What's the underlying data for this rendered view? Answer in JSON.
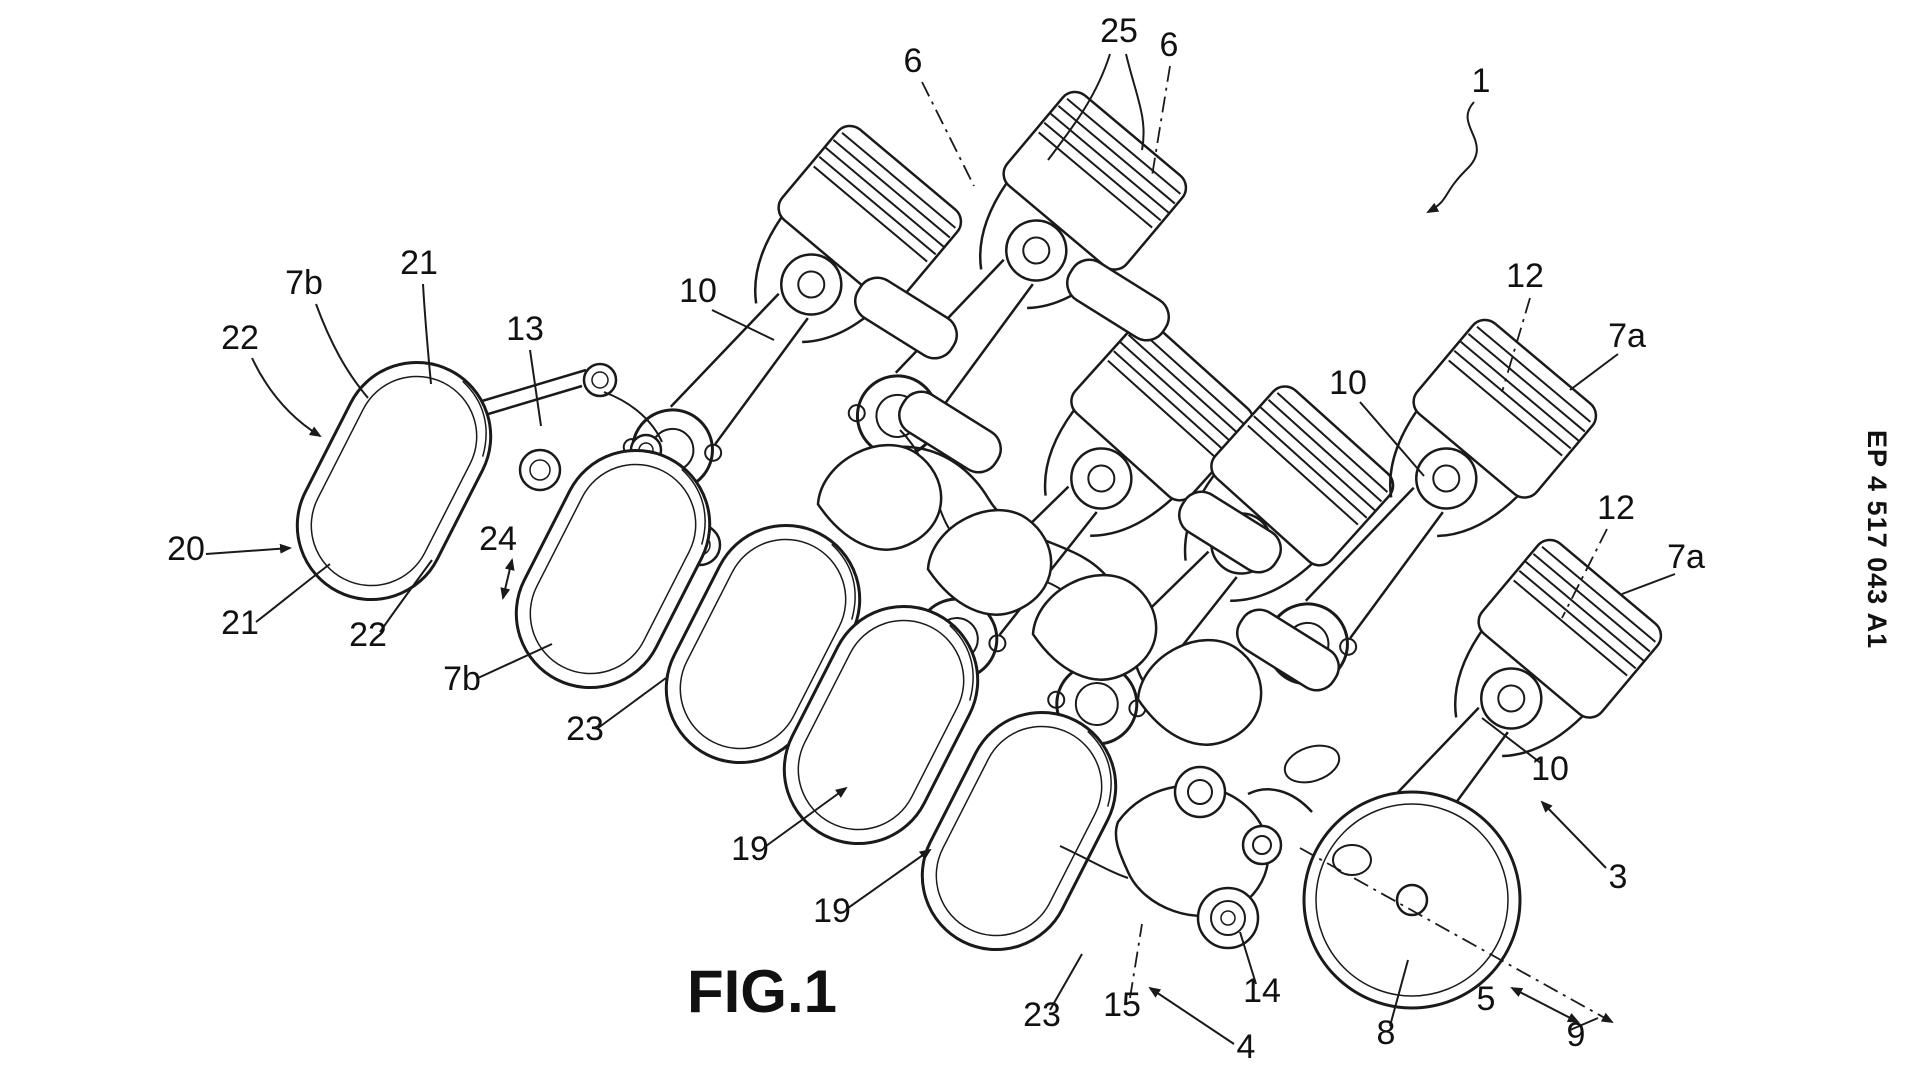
{
  "document": {
    "publication_number": "EP 4 517 043 A1"
  },
  "figure": {
    "caption": "FIG.1"
  },
  "reference_labels": [
    {
      "id": "25",
      "text": "25"
    },
    {
      "id": "6-left",
      "text": "6"
    },
    {
      "id": "6-right",
      "text": "6"
    },
    {
      "id": "1",
      "text": "1"
    },
    {
      "id": "7b-top",
      "text": "7b"
    },
    {
      "id": "21-top",
      "text": "21"
    },
    {
      "id": "22-top",
      "text": "22"
    },
    {
      "id": "13",
      "text": "13"
    },
    {
      "id": "10-top",
      "text": "10"
    },
    {
      "id": "12-top",
      "text": "12"
    },
    {
      "id": "7a-top",
      "text": "7a"
    },
    {
      "id": "10-mid",
      "text": "10"
    },
    {
      "id": "12-low",
      "text": "12"
    },
    {
      "id": "7a-low",
      "text": "7a"
    },
    {
      "id": "20",
      "text": "20"
    },
    {
      "id": "24",
      "text": "24"
    },
    {
      "id": "21-low",
      "text": "21"
    },
    {
      "id": "22-low",
      "text": "22"
    },
    {
      "id": "7b-low",
      "text": "7b"
    },
    {
      "id": "23-top",
      "text": "23"
    },
    {
      "id": "19-a",
      "text": "19"
    },
    {
      "id": "19-b",
      "text": "19"
    },
    {
      "id": "10-br",
      "text": "10"
    },
    {
      "id": "3",
      "text": "3"
    },
    {
      "id": "23-low",
      "text": "23"
    },
    {
      "id": "15",
      "text": "15"
    },
    {
      "id": "4",
      "text": "4"
    },
    {
      "id": "14",
      "text": "14"
    },
    {
      "id": "8",
      "text": "8"
    },
    {
      "id": "5",
      "text": "5"
    },
    {
      "id": "9",
      "text": "9"
    }
  ],
  "colors": {
    "ink": "#1a1a1a",
    "background": "#ffffff"
  }
}
